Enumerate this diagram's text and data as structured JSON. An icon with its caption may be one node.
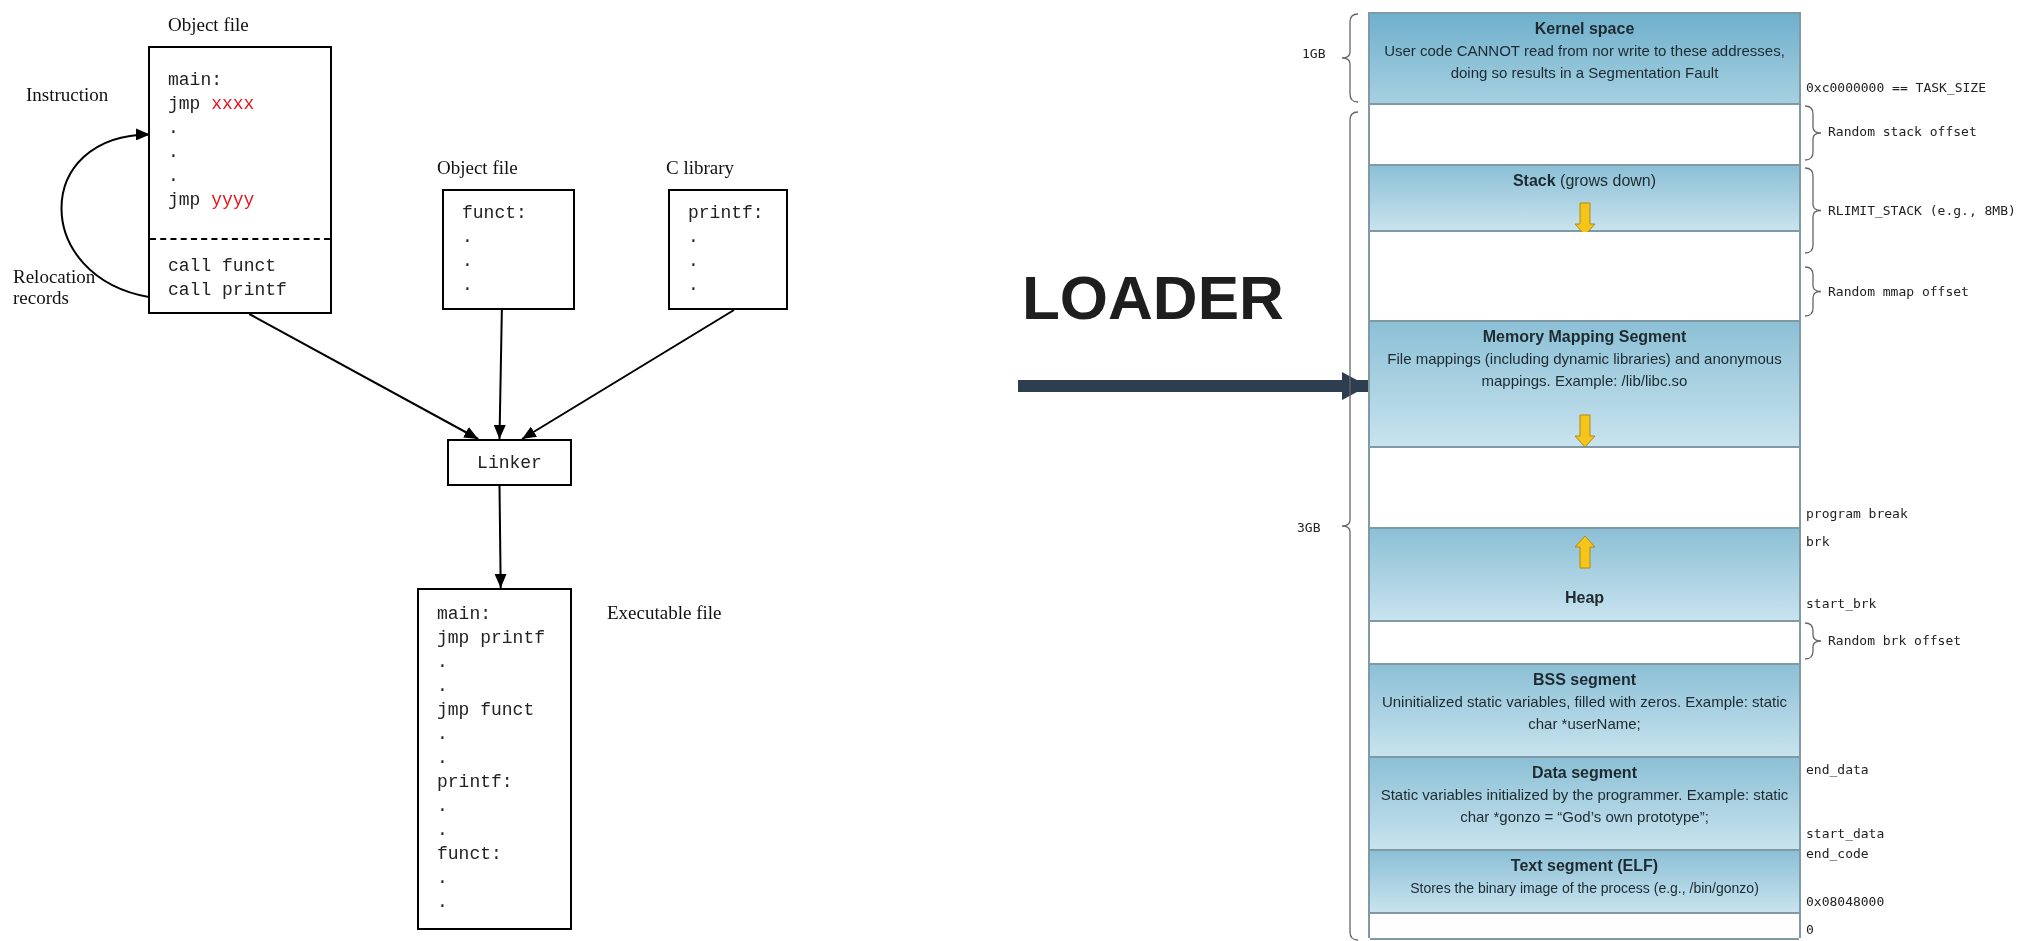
{
  "diagram": {
    "nodes": [
      {
        "text": [
          "Object file"
        ]
      },
      {
        "text": [
          "main: jmp xxxx . . . jmp yyyy"
        ],
        "in": 0,
        "beside": [
          "Instruction"
        ]
      },
      {
        "text": [
          "call funct call printf"
        ],
        "in": 0,
        "beside": [
          "Relocation records"
        ]
      },
      {
        "text": [
          "Object file",
          "funct: . . ."
        ]
      },
      {
        "text": [
          "C library",
          "printf: . . ."
        ]
      },
      {
        "text": [
          "Linker"
        ]
      },
      {
        "text": [
          "main: jmp printf . . jmp funct . . printf: . . funct: . ."
        ],
        "beside": [
          "Executable file"
        ]
      },
      {
        "text": [],
        "shape": "box"
      },
      {
        "text": [
          "Kernel space",
          "User code CANNOT read from nor write to these addresses, doing so results in a Segmentation Fault"
        ],
        "in": 7
      },
      {
        "text": [],
        "shape": "box",
        "in": 7
      },
      {
        "text": [
          "**Stack** (grows down)"
        ],
        "in": 7
      },
      {
        "text": [],
        "shape": "box",
        "in": 7
      },
      {
        "text": [
          "Memory Mapping Segment",
          "File mappings (including dynamic libraries) and anonymous mappings. Example: /lib/libc.so"
        ],
        "in": 7
      },
      {
        "text": [],
        "shape": "box",
        "in": 7
      },
      {
        "text": [
          "Heap"
        ],
        "in": 7
      },
      {
        "text": [],
        "shape": "box",
        "in": 7
      },
      {
        "text": [
          "BSS segment",
          "Uninitialized static variables, filled with zeros. Example: static char *userName;"
        ],
        "in": 7
      },
      {
        "text": [
          "Data segment",
          "Static variables initialized by the programmer. Example: static char *gonzo = “God’s own prototype”;"
        ],
        "in": 7
      },
      {
        "text": [
          "Text segment (ELF)",
          "Stores the binary image of the process (e.g., /bin/gonzo)"
        ],
        "in": 7
      },
      {
        "text": [],
        "shape": "box",
        "in": 7
      }
    ],
    "edges": [
      {
        "from": 0,
        "to": 5,
        "arrow": "to"
      },
      {
        "from": 3,
        "to": 5,
        "arrow": "to"
      },
      {
        "from": 4,
        "to": 5,
        "arrow": "to"
      },
      {
        "from": 5,
        "to": 6,
        "arrow": "to"
      },
      {
        "from": 2,
        "to": 1,
        "arrow": "to"
      },
      {
        "from": null,
        "to": 7,
        "arrow": "to",
        "label": "LOADER",
        "style": "thick",
        "color": "#2c3e50"
      }
    ],
    "labels": [
      "1GB",
      "0xc0000000 == TASK_SIZE",
      "Random stack offset",
      "RLIMIT_STACK (e.g., 8MB)",
      "Random mmap offset",
      "program break",
      "3GB",
      "brk",
      "start_brk",
      "Random brk offset",
      "end_data",
      "start_data",
      "end_code",
      "0x08048000",
      "0"
    ]
  }
}
